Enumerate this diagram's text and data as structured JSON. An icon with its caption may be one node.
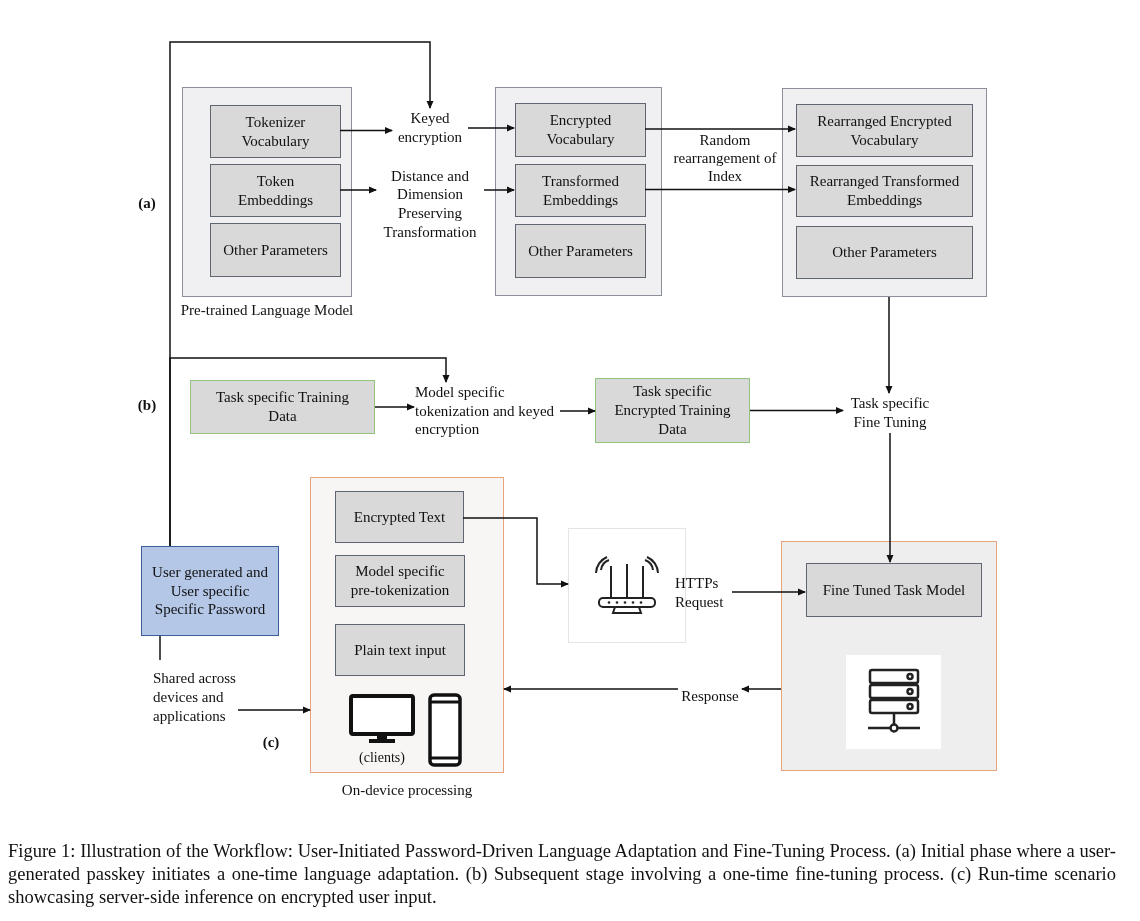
{
  "diagram": {
    "caption": "Figure 1: Illustration of the Workflow: User-Initiated Password-Driven Language Adaptation and Fine-Tuning Process. (a) Initial phase where a user-generated passkey initiates a one-time language adaptation. (b) Subsequent stage involving a one-time fine-tuning process. (c) Run-time scenario showcasing server-side inference on encrypted user input.",
    "nodes": [
      {
        "text": [
          "Pre-trained Language Model"
        ]
      },
      {
        "text": [
          "Tokenizer Vocabulary"
        ],
        "in": 0
      },
      {
        "text": [
          "Token Embeddings"
        ],
        "in": 0
      },
      {
        "text": [
          "Other Parameters"
        ],
        "in": 0
      },
      {
        "text": [
          "Keyed encryption"
        ]
      },
      {
        "text": [
          "Distance and Dimension Preserving Transformation"
        ]
      },
      {
        "text": [],
        "shape": "box"
      },
      {
        "text": [
          "Encrypted Vocabulary"
        ],
        "in": 6
      },
      {
        "text": [
          "Transformed Embeddings"
        ],
        "in": 6
      },
      {
        "text": [
          "Other Parameters"
        ],
        "in": 6
      },
      {
        "text": [],
        "shape": "box"
      },
      {
        "text": [
          "Rearranged Encrypted Vocabulary"
        ],
        "in": 10
      },
      {
        "text": [
          "Rearranged Transformed Embeddings"
        ],
        "in": 10
      },
      {
        "text": [
          "Other Parameters"
        ],
        "in": 10
      },
      {
        "text": [
          "Task specific Training Data"
        ]
      },
      {
        "text": [
          "Model specific tokenization and keyed encryption"
        ]
      },
      {
        "text": [
          "Task specific Encrypted Training Data"
        ]
      },
      {
        "text": [
          "Task specific Fine Tuning"
        ]
      },
      {
        "text": [
          "User generated and User specific Specific Password"
        ]
      },
      {
        "text": [
          "Shared across devices and applications"
        ]
      },
      {
        "text": [
          "On-device processing"
        ]
      },
      {
        "text": [
          "Encrypted Text"
        ],
        "in": 20
      },
      {
        "text": [
          "Model specific pre-tokenization"
        ],
        "in": 20
      },
      {
        "text": [
          "Plain text input"
        ],
        "in": 20
      },
      {
        "text": [
          "(clients)"
        ],
        "in": 20
      },
      {
        "text": [],
        "shape": "picture"
      },
      {
        "text": [
          "HTTPs Request"
        ]
      },
      {
        "text": [],
        "shape": "box"
      },
      {
        "text": [
          "Fine Tuned Task Model"
        ],
        "in": 27
      },
      {
        "text": [],
        "shape": "picture",
        "in": 27
      },
      {
        "text": [
          "Response"
        ]
      }
    ],
    "edges": [
      {
        "from": 18,
        "to": 4,
        "arrow": "to"
      },
      {
        "from": 18,
        "to": 15,
        "arrow": "to"
      },
      {
        "from": 1,
        "to": 4,
        "arrow": "to"
      },
      {
        "from": 4,
        "to": 7,
        "arrow": "to"
      },
      {
        "from": 2,
        "to": 5,
        "arrow": "to"
      },
      {
        "from": 5,
        "to": 8,
        "arrow": "to"
      },
      {
        "from": 7,
        "to": 11,
        "arrow": "to"
      },
      {
        "from": 8,
        "to": 12,
        "arrow": "to"
      },
      {
        "from": 10,
        "to": 17,
        "arrow": "to"
      },
      {
        "from": 14,
        "to": 15,
        "arrow": "to"
      },
      {
        "from": 15,
        "to": 16,
        "arrow": "to"
      },
      {
        "from": 16,
        "to": 17,
        "arrow": "to"
      },
      {
        "from": 17,
        "to": 28,
        "arrow": "to"
      },
      {
        "from": 21,
        "to": 25,
        "arrow": "to"
      },
      {
        "from": 26,
        "to": 28,
        "arrow": "to"
      },
      {
        "from": 27,
        "to": 30,
        "arrow": "to"
      },
      {
        "from": 30,
        "to": 20,
        "arrow": "to"
      },
      {
        "from": 18,
        "to": 19,
        "arrow": "none"
      },
      {
        "from": 19,
        "to": 20,
        "arrow": "to"
      }
    ],
    "labels": [
      "(a)",
      "Random rearrangement of Index",
      "(b)",
      "(c)"
    ]
  }
}
